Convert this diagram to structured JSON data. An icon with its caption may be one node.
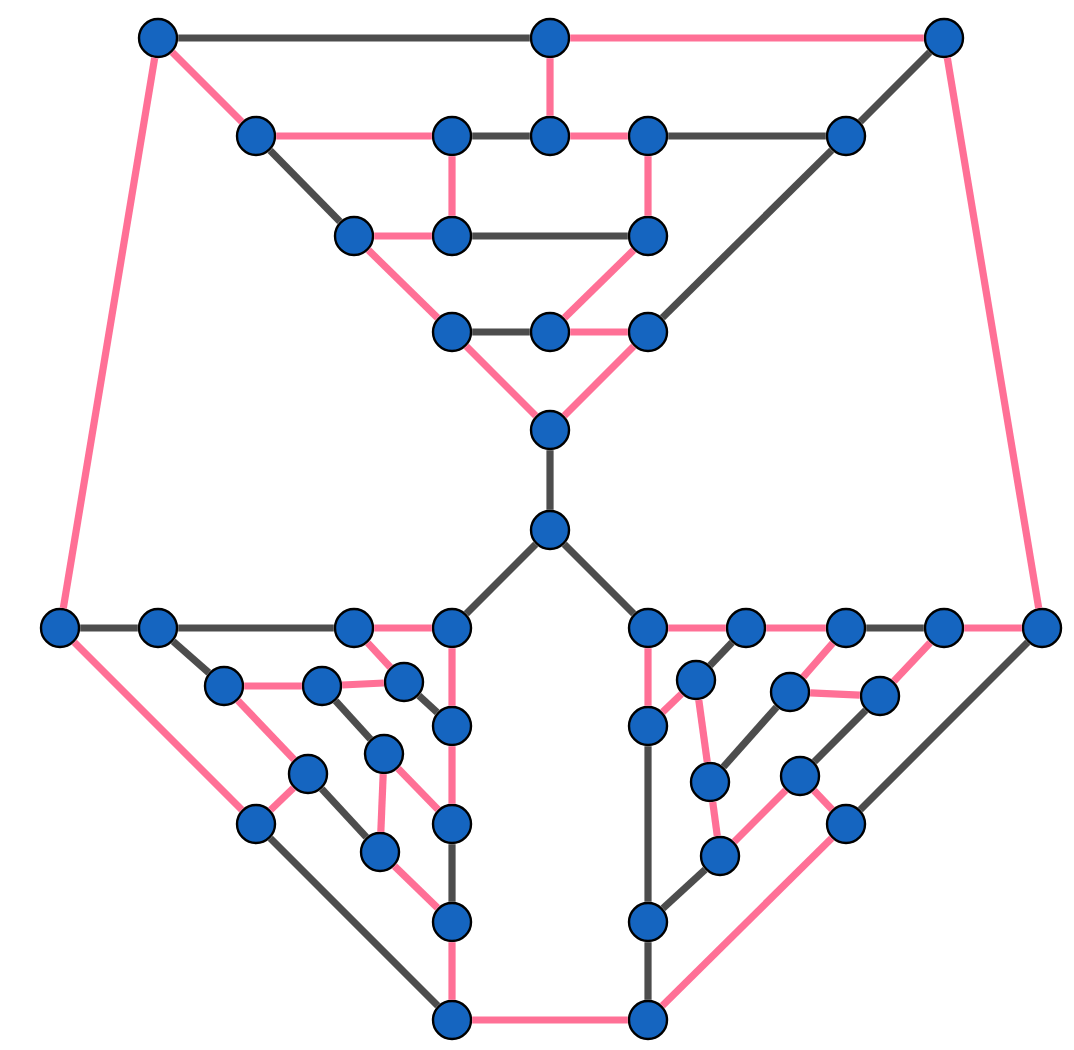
{
  "diagram": {
    "nodes": [
      {
        "text": [],
        "shape": "circle"
      },
      {
        "text": [],
        "shape": "circle"
      },
      {
        "text": [],
        "shape": "circle"
      },
      {
        "text": [],
        "shape": "circle"
      },
      {
        "text": [],
        "shape": "circle"
      },
      {
        "text": [],
        "shape": "circle"
      },
      {
        "text": [],
        "shape": "circle"
      },
      {
        "text": [],
        "shape": "circle"
      },
      {
        "text": [],
        "shape": "circle"
      },
      {
        "text": [],
        "shape": "circle"
      },
      {
        "text": [],
        "shape": "circle"
      },
      {
        "text": [],
        "shape": "circle"
      },
      {
        "text": [],
        "shape": "circle"
      },
      {
        "text": [],
        "shape": "circle"
      },
      {
        "text": [],
        "shape": "circle"
      },
      {
        "text": [],
        "shape": "circle"
      },
      {
        "text": [],
        "shape": "circle"
      },
      {
        "text": [],
        "shape": "circle"
      },
      {
        "text": [],
        "shape": "circle"
      },
      {
        "text": [],
        "shape": "circle"
      },
      {
        "text": [],
        "shape": "circle"
      },
      {
        "text": [],
        "shape": "circle"
      },
      {
        "text": [],
        "shape": "circle"
      },
      {
        "text": [],
        "shape": "circle"
      },
      {
        "text": [],
        "shape": "circle"
      },
      {
        "text": [],
        "shape": "circle"
      },
      {
        "text": [],
        "shape": "circle"
      },
      {
        "text": [],
        "shape": "circle"
      },
      {
        "text": [],
        "shape": "circle"
      },
      {
        "text": [],
        "shape": "circle"
      },
      {
        "text": [],
        "shape": "circle"
      },
      {
        "text": [],
        "shape": "circle"
      },
      {
        "text": [],
        "shape": "circle"
      },
      {
        "text": [],
        "shape": "circle"
      },
      {
        "text": [],
        "shape": "circle"
      },
      {
        "text": [],
        "shape": "circle"
      },
      {
        "text": [],
        "shape": "circle"
      },
      {
        "text": [],
        "shape": "circle"
      },
      {
        "text": [],
        "shape": "circle"
      },
      {
        "text": [],
        "shape": "circle"
      },
      {
        "text": [],
        "shape": "circle"
      },
      {
        "text": [],
        "shape": "circle"
      },
      {
        "text": [],
        "shape": "circle"
      },
      {
        "text": [],
        "shape": "circle"
      },
      {
        "text": [],
        "shape": "circle"
      },
      {
        "text": [],
        "shape": "circle"
      }
    ],
    "edges": [
      {
        "from": 0,
        "to": 1,
        "arrow": "none",
        "color": "#4d4d4d"
      },
      {
        "from": 1,
        "to": 2,
        "arrow": "none",
        "color": "#ff7096"
      },
      {
        "from": 0,
        "to": 3,
        "arrow": "none",
        "color": "#ff7096"
      },
      {
        "from": 0,
        "to": 16,
        "arrow": "none",
        "color": "#ff7096"
      },
      {
        "from": 2,
        "to": 7,
        "arrow": "none",
        "color": "#4d4d4d"
      },
      {
        "from": 2,
        "to": 24,
        "arrow": "none",
        "color": "#ff7096"
      },
      {
        "from": 1,
        "to": 5,
        "arrow": "none",
        "color": "#ff7096"
      },
      {
        "from": 3,
        "to": 4,
        "arrow": "none",
        "color": "#ff7096"
      },
      {
        "from": 4,
        "to": 5,
        "arrow": "none",
        "color": "#4d4d4d"
      },
      {
        "from": 5,
        "to": 6,
        "arrow": "none",
        "color": "#ff7096"
      },
      {
        "from": 6,
        "to": 7,
        "arrow": "none",
        "color": "#4d4d4d"
      },
      {
        "from": 3,
        "to": 8,
        "arrow": "none",
        "color": "#4d4d4d"
      },
      {
        "from": 4,
        "to": 9,
        "arrow": "none",
        "color": "#ff7096"
      },
      {
        "from": 6,
        "to": 10,
        "arrow": "none",
        "color": "#ff7096"
      },
      {
        "from": 8,
        "to": 9,
        "arrow": "none",
        "color": "#ff7096"
      },
      {
        "from": 9,
        "to": 10,
        "arrow": "none",
        "color": "#4d4d4d"
      },
      {
        "from": 8,
        "to": 11,
        "arrow": "none",
        "color": "#ff7096"
      },
      {
        "from": 10,
        "to": 12,
        "arrow": "none",
        "color": "#ff7096"
      },
      {
        "from": 7,
        "to": 13,
        "arrow": "none",
        "color": "#4d4d4d"
      },
      {
        "from": 11,
        "to": 12,
        "arrow": "none",
        "color": "#4d4d4d"
      },
      {
        "from": 12,
        "to": 13,
        "arrow": "none",
        "color": "#ff7096"
      },
      {
        "from": 11,
        "to": 14,
        "arrow": "none",
        "color": "#ff7096"
      },
      {
        "from": 13,
        "to": 14,
        "arrow": "none",
        "color": "#ff7096"
      },
      {
        "from": 14,
        "to": 15,
        "arrow": "none",
        "color": "#4d4d4d"
      },
      {
        "from": 15,
        "to": 19,
        "arrow": "none",
        "color": "#4d4d4d"
      },
      {
        "from": 15,
        "to": 20,
        "arrow": "none",
        "color": "#4d4d4d"
      },
      {
        "from": 16,
        "to": 17,
        "arrow": "none",
        "color": "#4d4d4d"
      },
      {
        "from": 17,
        "to": 18,
        "arrow": "none",
        "color": "#4d4d4d"
      },
      {
        "from": 18,
        "to": 19,
        "arrow": "none",
        "color": "#ff7096"
      },
      {
        "from": 16,
        "to": 31,
        "arrow": "none",
        "color": "#ff7096"
      },
      {
        "from": 17,
        "to": 25,
        "arrow": "none",
        "color": "#4d4d4d"
      },
      {
        "from": 18,
        "to": 27,
        "arrow": "none",
        "color": "#ff7096"
      },
      {
        "from": 19,
        "to": 28,
        "arrow": "none",
        "color": "#ff7096"
      },
      {
        "from": 25,
        "to": 26,
        "arrow": "none",
        "color": "#ff7096"
      },
      {
        "from": 26,
        "to": 27,
        "arrow": "none",
        "color": "#ff7096"
      },
      {
        "from": 27,
        "to": 28,
        "arrow": "none",
        "color": "#4d4d4d"
      },
      {
        "from": 25,
        "to": 29,
        "arrow": "none",
        "color": "#ff7096"
      },
      {
        "from": 29,
        "to": 31,
        "arrow": "none",
        "color": "#ff7096"
      },
      {
        "from": 26,
        "to": 30,
        "arrow": "none",
        "color": "#4d4d4d"
      },
      {
        "from": 30,
        "to": 33,
        "arrow": "none",
        "color": "#ff7096"
      },
      {
        "from": 28,
        "to": 33,
        "arrow": "none",
        "color": "#ff7096"
      },
      {
        "from": 30,
        "to": 32,
        "arrow": "none",
        "color": "#ff7096"
      },
      {
        "from": 29,
        "to": 32,
        "arrow": "none",
        "color": "#4d4d4d"
      },
      {
        "from": 32,
        "to": 34,
        "arrow": "none",
        "color": "#ff7096"
      },
      {
        "from": 33,
        "to": 34,
        "arrow": "none",
        "color": "#4d4d4d"
      },
      {
        "from": 31,
        "to": 35,
        "arrow": "none",
        "color": "#4d4d4d"
      },
      {
        "from": 34,
        "to": 35,
        "arrow": "none",
        "color": "#ff7096"
      },
      {
        "from": 35,
        "to": 45,
        "arrow": "none",
        "color": "#ff7096"
      },
      {
        "from": 20,
        "to": 21,
        "arrow": "none",
        "color": "#ff7096"
      },
      {
        "from": 21,
        "to": 22,
        "arrow": "none",
        "color": "#ff7096"
      },
      {
        "from": 22,
        "to": 23,
        "arrow": "none",
        "color": "#4d4d4d"
      },
      {
        "from": 23,
        "to": 24,
        "arrow": "none",
        "color": "#ff7096"
      },
      {
        "from": 20,
        "to": 39,
        "arrow": "none",
        "color": "#ff7096"
      },
      {
        "from": 21,
        "to": 36,
        "arrow": "none",
        "color": "#4d4d4d"
      },
      {
        "from": 22,
        "to": 37,
        "arrow": "none",
        "color": "#ff7096"
      },
      {
        "from": 23,
        "to": 38,
        "arrow": "none",
        "color": "#ff7096"
      },
      {
        "from": 24,
        "to": 42,
        "arrow": "none",
        "color": "#4d4d4d"
      },
      {
        "from": 36,
        "to": 39,
        "arrow": "none",
        "color": "#ff7096"
      },
      {
        "from": 36,
        "to": 40,
        "arrow": "none",
        "color": "#ff7096"
      },
      {
        "from": 37,
        "to": 38,
        "arrow": "none",
        "color": "#ff7096"
      },
      {
        "from": 37,
        "to": 40,
        "arrow": "none",
        "color": "#4d4d4d"
      },
      {
        "from": 38,
        "to": 41,
        "arrow": "none",
        "color": "#4d4d4d"
      },
      {
        "from": 41,
        "to": 43,
        "arrow": "none",
        "color": "#ff7096"
      },
      {
        "from": 41,
        "to": 42,
        "arrow": "none",
        "color": "#ff7096"
      },
      {
        "from": 40,
        "to": 43,
        "arrow": "none",
        "color": "#ff7096"
      },
      {
        "from": 43,
        "to": 44,
        "arrow": "none",
        "color": "#4d4d4d"
      },
      {
        "from": 39,
        "to": 44,
        "arrow": "none",
        "color": "#4d4d4d"
      },
      {
        "from": 44,
        "to": 45,
        "arrow": "none",
        "color": "#4d4d4d"
      },
      {
        "from": 42,
        "to": 45,
        "arrow": "none",
        "color": "#ff7096"
      }
    ]
  }
}
